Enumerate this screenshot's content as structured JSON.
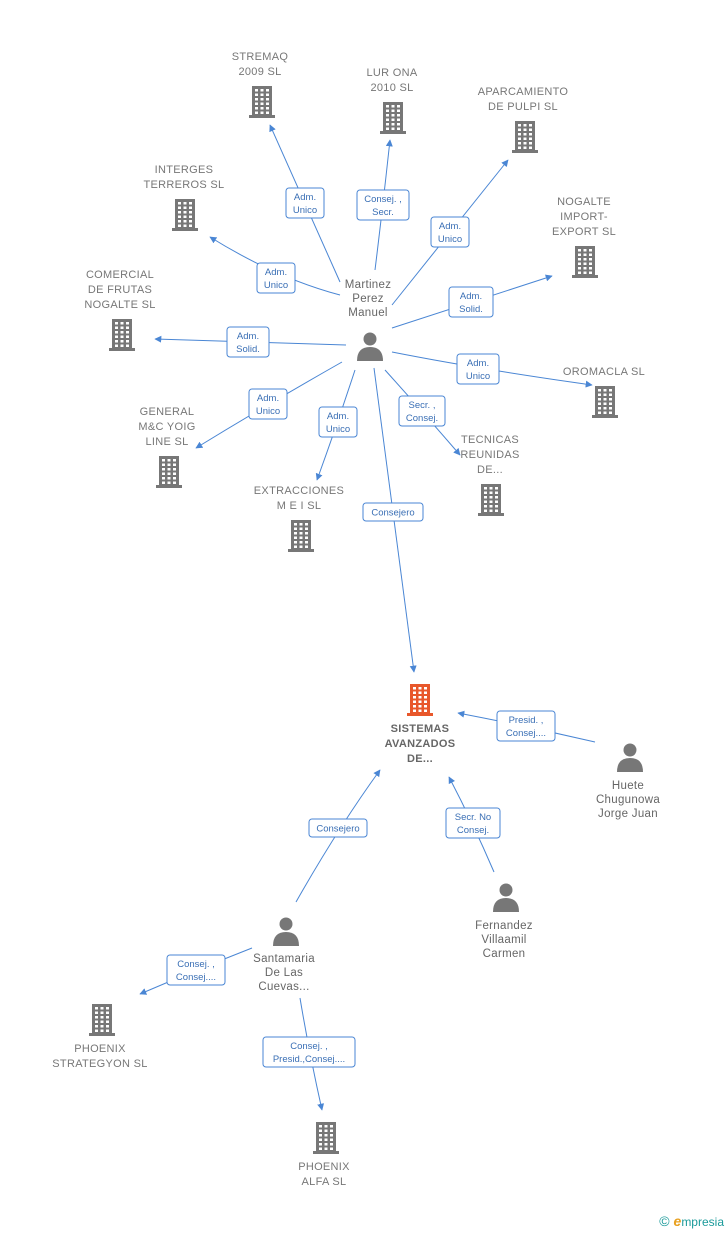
{
  "colors": {
    "edge": "#4a86d4",
    "company": "#777777",
    "focus_company": "#e8572b",
    "person": "#777777"
  },
  "nodes": [
    {
      "id": "stremaq",
      "type": "company",
      "label": [
        "STREMAQ",
        "2009 SL"
      ]
    },
    {
      "id": "lurona",
      "type": "company",
      "label": [
        "LUR ONA",
        "2010 SL"
      ]
    },
    {
      "id": "aparcamiento",
      "type": "company",
      "label": [
        "APARCAMIENTO",
        "DE PULPI  SL"
      ]
    },
    {
      "id": "interges",
      "type": "company",
      "label": [
        "INTERGES",
        "TERREROS SL"
      ]
    },
    {
      "id": "nogalte_ie",
      "type": "company",
      "label": [
        "NOGALTE",
        "IMPORT-",
        "EXPORT SL"
      ]
    },
    {
      "id": "comercial",
      "type": "company",
      "label": [
        "COMERCIAL",
        "DE FRUTAS",
        "NOGALTE SL"
      ]
    },
    {
      "id": "oromacla",
      "type": "company",
      "label": [
        "OROMACLA SL"
      ]
    },
    {
      "id": "general",
      "type": "company",
      "label": [
        "GENERAL",
        "M&C YOIG",
        "LINE SL"
      ]
    },
    {
      "id": "tecnicas",
      "type": "company",
      "label": [
        "TECNICAS",
        "REUNIDAS",
        "DE..."
      ]
    },
    {
      "id": "extracciones",
      "type": "company",
      "label": [
        "EXTRACCIONES",
        "M E I  SL"
      ]
    },
    {
      "id": "sistemas",
      "type": "focus",
      "label": [
        "SISTEMAS",
        "AVANZADOS",
        "DE..."
      ]
    },
    {
      "id": "phoenix_strat",
      "type": "company",
      "label": [
        "PHOENIX",
        "STRATEGYON SL"
      ]
    },
    {
      "id": "phoenix_alfa",
      "type": "company",
      "label": [
        "PHOENIX",
        "ALFA SL"
      ]
    },
    {
      "id": "martinez",
      "type": "person",
      "label": [
        "Martinez",
        "Perez",
        "Manuel"
      ]
    },
    {
      "id": "huete",
      "type": "person",
      "label": [
        "Huete",
        "Chugunowa",
        "Jorge Juan"
      ]
    },
    {
      "id": "fernandez",
      "type": "person",
      "label": [
        "Fernandez",
        "Villaamil",
        "Carmen"
      ]
    },
    {
      "id": "santamaria",
      "type": "person",
      "label": [
        "Santamaria",
        "De Las",
        "Cuevas..."
      ]
    }
  ],
  "edges": [
    {
      "id": "e1",
      "from": "martinez",
      "to": "stremaq",
      "label": [
        "Adm.",
        "Unico"
      ]
    },
    {
      "id": "e2",
      "from": "martinez",
      "to": "lurona",
      "label": [
        "Consej. ,",
        "Secr."
      ]
    },
    {
      "id": "e3",
      "from": "martinez",
      "to": "aparcamiento",
      "label": [
        "Adm.",
        "Unico"
      ]
    },
    {
      "id": "e4",
      "from": "martinez",
      "to": "interges",
      "label": [
        "Adm.",
        "Unico"
      ]
    },
    {
      "id": "e5",
      "from": "martinez",
      "to": "nogalte_ie",
      "label": [
        "Adm.",
        "Solid."
      ]
    },
    {
      "id": "e6",
      "from": "martinez",
      "to": "comercial",
      "label": [
        "Adm.",
        "Solid."
      ]
    },
    {
      "id": "e7",
      "from": "martinez",
      "to": "oromacla",
      "label": [
        "Adm.",
        "Unico"
      ]
    },
    {
      "id": "e8",
      "from": "martinez",
      "to": "general",
      "label": [
        "Adm.",
        "Unico"
      ]
    },
    {
      "id": "e9",
      "from": "martinez",
      "to": "tecnicas",
      "label": [
        "Secr. ,",
        "Consej."
      ]
    },
    {
      "id": "e10",
      "from": "martinez",
      "to": "extracciones",
      "label": [
        "Adm.",
        "Unico"
      ]
    },
    {
      "id": "e11",
      "from": "martinez",
      "to": "sistemas",
      "label": [
        "Consejero"
      ]
    },
    {
      "id": "e12",
      "from": "huete",
      "to": "sistemas",
      "label": [
        "Presid. ,",
        "Consej...."
      ]
    },
    {
      "id": "e13",
      "from": "fernandez",
      "to": "sistemas",
      "label": [
        "Secr.  No",
        "Consej."
      ]
    },
    {
      "id": "e14",
      "from": "santamaria",
      "to": "sistemas",
      "label": [
        "Consejero"
      ]
    },
    {
      "id": "e15",
      "from": "santamaria",
      "to": "phoenix_strat",
      "label": [
        "Consej. ,",
        "Consej...."
      ]
    },
    {
      "id": "e16",
      "from": "santamaria",
      "to": "phoenix_alfa",
      "label": [
        "Consej. ,",
        "Presid.,Consej...."
      ]
    }
  ],
  "brand": {
    "copyright": "©",
    "initial": "e",
    "name": "mpresia"
  }
}
